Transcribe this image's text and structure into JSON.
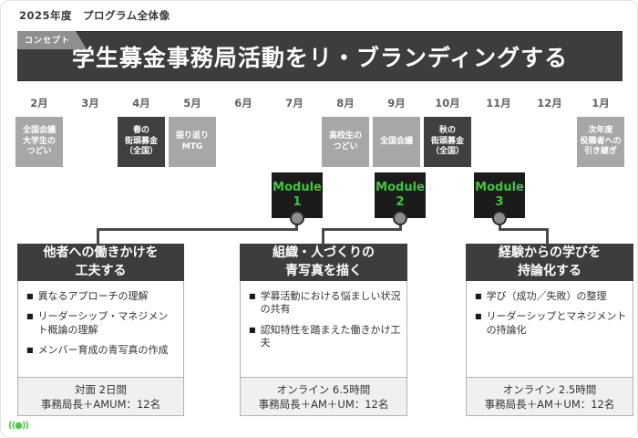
{
  "page": {
    "doc_title": "2025年度　プログラム全体像",
    "logo_text": "((●))"
  },
  "concept": {
    "tag": "コンセプト",
    "title": "学生募金事務局活動をリ・ブランディングする"
  },
  "timeline": {
    "months": [
      "2月",
      "3月",
      "4月",
      "5月",
      "6月",
      "7月",
      "8月",
      "9月",
      "10月",
      "11月",
      "12月",
      "1月"
    ],
    "events": [
      {
        "month": "2月",
        "text": "全国会議\n大学生の\nつどい",
        "style": "gray"
      },
      {
        "month": "4月",
        "text": "春の\n街頭募金\n（全国）",
        "style": "dark"
      },
      {
        "month": "5月",
        "text": "振り返り\nMTG",
        "style": "gray"
      },
      {
        "month": "8月",
        "text": "高校生の\nつどい",
        "style": "gray"
      },
      {
        "month": "9月",
        "text": "全国会議",
        "style": "gray"
      },
      {
        "month": "10月",
        "text": "秋の\n街頭募金\n（全国）",
        "style": "dark"
      },
      {
        "month": "1月",
        "text": "次年度\n役職者への\n引き継ぎ",
        "style": "gray"
      }
    ]
  },
  "modules": [
    {
      "label": "Module\n1"
    },
    {
      "label": "Module\n2"
    },
    {
      "label": "Module\n3"
    }
  ],
  "programs": [
    {
      "title": "他者への働きかけを\n工夫する",
      "bullets": [
        "異なるアプローチの理解",
        "リーダーシップ・マネジメント概論の理解",
        "メンバー育成の青写真の作成"
      ],
      "footer": "対面 2日間\n事務局長＋AMUM：12名"
    },
    {
      "title": "組織・人づくりの\n青写真を描く",
      "bullets": [
        "学募活動における悩ましい状況の共有",
        "認知特性を踏まえた働きかけ工夫"
      ],
      "footer": "オンライン 6.5時間\n事務局長＋AM＋UM：12名"
    },
    {
      "title": "経験からの学びを\n持論化する",
      "bullets": [
        "学び（成功／失敗）の整理",
        "リーダーシップとマネジメントの持論化"
      ],
      "footer": "オンライン 2.5時間\n事務局長＋AM＋UM：12名"
    }
  ],
  "ui": {
    "bullet_marker": "■"
  },
  "colors": {
    "banner": "#3d3d3d",
    "event_gray": "#a7a7a7",
    "event_dark": "#404040",
    "module_bg": "#1b1b1b",
    "module_green": "#3fc53f",
    "footer_bg": "#f0f0f0",
    "connector": "#4a4a4a",
    "logo_green": "#4ec94e"
  }
}
